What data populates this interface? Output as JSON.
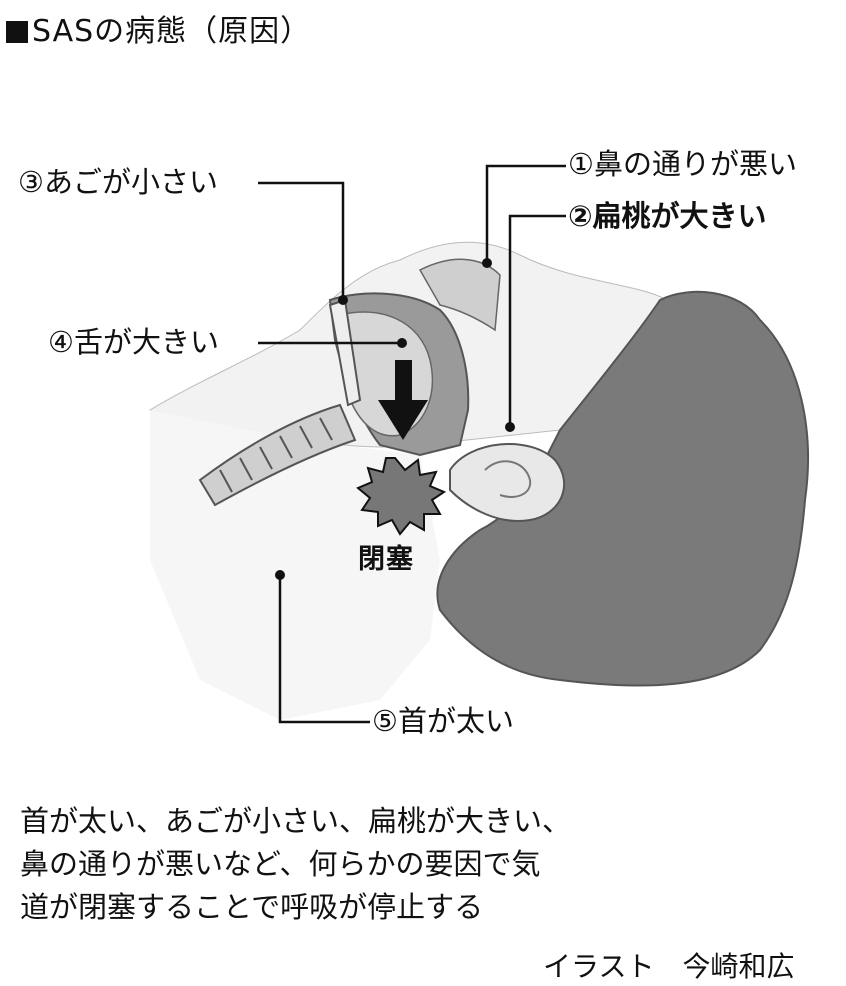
{
  "title": "SASの病態（原因）",
  "labels": {
    "nose": "①鼻の通りが悪い",
    "tonsils": "②扁桃が大きい",
    "jaw": "③あごが小さい",
    "tongue": "④舌が大きい",
    "neck": "⑤首が太い"
  },
  "occlusion": "閉塞",
  "caption": "首が太い、あごが小さい、扁桃が大きい、\n鼻の通りが悪いなど、何らかの要因で気\n道が閉塞することで呼吸が停止する",
  "credit": "イラスト　今崎和広"
}
